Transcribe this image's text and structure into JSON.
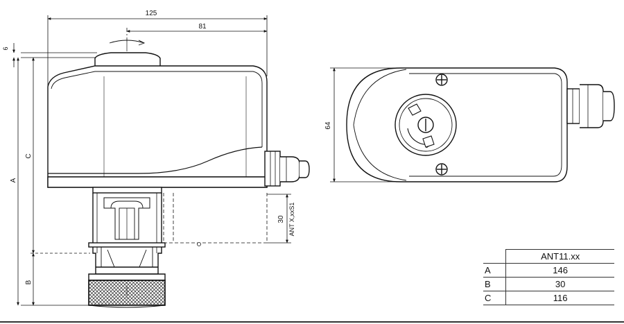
{
  "dimensions": {
    "width_total": "125",
    "width_offset": "81",
    "top_gap": "6",
    "label_a": "A",
    "label_c": "C",
    "label_b": "B",
    "depth": "64",
    "stem_travel": "30",
    "stem_model": "ANT X,xxS1"
  },
  "spec_table": {
    "model_header": "ANT11.xx",
    "rows": [
      {
        "label": "A",
        "value": "146"
      },
      {
        "label": "B",
        "value": "30"
      },
      {
        "label": "C",
        "value": "116"
      }
    ]
  }
}
